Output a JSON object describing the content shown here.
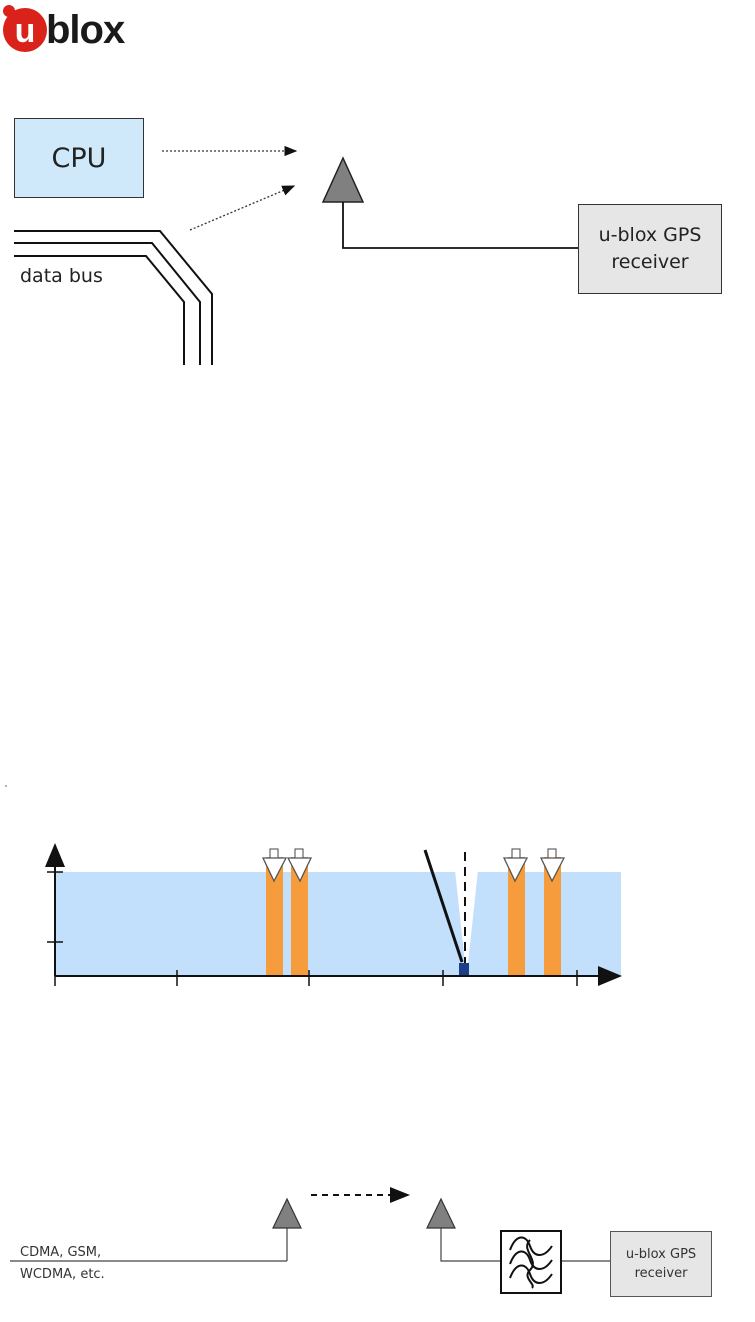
{
  "logo": {
    "text": "blox",
    "icon": "u-circle-logo",
    "brand_color": "#d8221a"
  },
  "diagram1": {
    "cpu_label": "CPU",
    "databus_label": "data bus",
    "gps_receiver_line1": "u-blox GPS",
    "gps_receiver_line2": "receiver",
    "colors": {
      "cpu_fill": "#cfe9fb",
      "receiver_fill": "#e6e6e6",
      "antenna": "#808080"
    }
  },
  "diagram2": {
    "colors": {
      "band_fill": "#c2e0fb",
      "pulse": "#f79c3c",
      "marker": "#1d3f8a"
    }
  },
  "diagram3": {
    "cell_label_line1": "CDMA, GSM,",
    "cell_label_line2": "WCDMA, etc.",
    "gps_receiver_line1": "u-blox GPS",
    "gps_receiver_line2": "receiver",
    "icons": [
      "antenna-icon",
      "antenna-icon",
      "filter-icon"
    ]
  }
}
